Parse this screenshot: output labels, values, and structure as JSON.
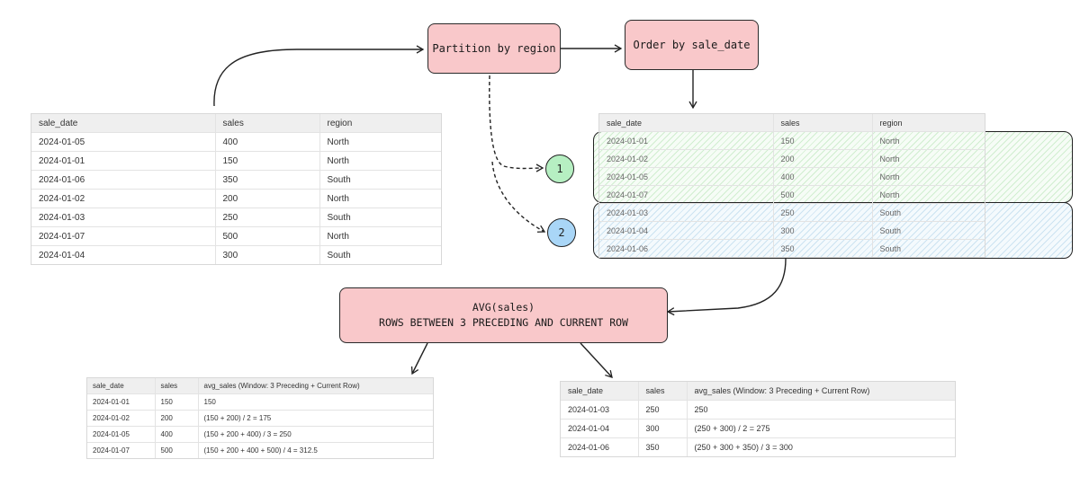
{
  "source_table": {
    "columns": [
      "sale_date",
      "sales",
      "region"
    ],
    "rows": [
      [
        "2024-01-05",
        "400",
        "North"
      ],
      [
        "2024-01-01",
        "150",
        "North"
      ],
      [
        "2024-01-06",
        "350",
        "South"
      ],
      [
        "2024-01-02",
        "200",
        "North"
      ],
      [
        "2024-01-03",
        "250",
        "South"
      ],
      [
        "2024-01-07",
        "500",
        "North"
      ],
      [
        "2024-01-04",
        "300",
        "South"
      ]
    ]
  },
  "steps": {
    "partition_label": "Partition by region",
    "order_label": "Order by sale_date",
    "avg_line1": "AVG(sales)",
    "avg_line2": "ROWS BETWEEN 3 PRECEDING AND CURRENT ROW"
  },
  "partitions": {
    "p1": "1",
    "p2": "2"
  },
  "sorted_table": {
    "columns": [
      "sale_date",
      "sales",
      "region"
    ],
    "rows": [
      [
        "2024-01-01",
        "150",
        "North"
      ],
      [
        "2024-01-02",
        "200",
        "North"
      ],
      [
        "2024-01-05",
        "400",
        "North"
      ],
      [
        "2024-01-07",
        "500",
        "North"
      ],
      [
        "2024-01-03",
        "250",
        "South"
      ],
      [
        "2024-01-04",
        "300",
        "South"
      ],
      [
        "2024-01-06",
        "350",
        "South"
      ]
    ]
  },
  "result_north": {
    "columns": [
      "sale_date",
      "sales",
      "avg_sales (Window: 3 Preceding + Current Row)"
    ],
    "rows": [
      [
        "2024-01-01",
        "150",
        "150"
      ],
      [
        "2024-01-02",
        "200",
        "(150 + 200) / 2 = 175"
      ],
      [
        "2024-01-05",
        "400",
        "(150 + 200 + 400) / 3 = 250"
      ],
      [
        "2024-01-07",
        "500",
        "(150 + 200 + 400 + 500) / 4 = 312.5"
      ]
    ]
  },
  "result_south": {
    "columns": [
      "sale_date",
      "sales",
      "avg_sales (Window: 3 Preceding + Current Row)"
    ],
    "rows": [
      [
        "2024-01-03",
        "250",
        "250"
      ],
      [
        "2024-01-04",
        "300",
        "(250 + 300) / 2 = 275"
      ],
      [
        "2024-01-06",
        "350",
        "(250 + 300 + 350) / 3 = 300"
      ]
    ]
  }
}
